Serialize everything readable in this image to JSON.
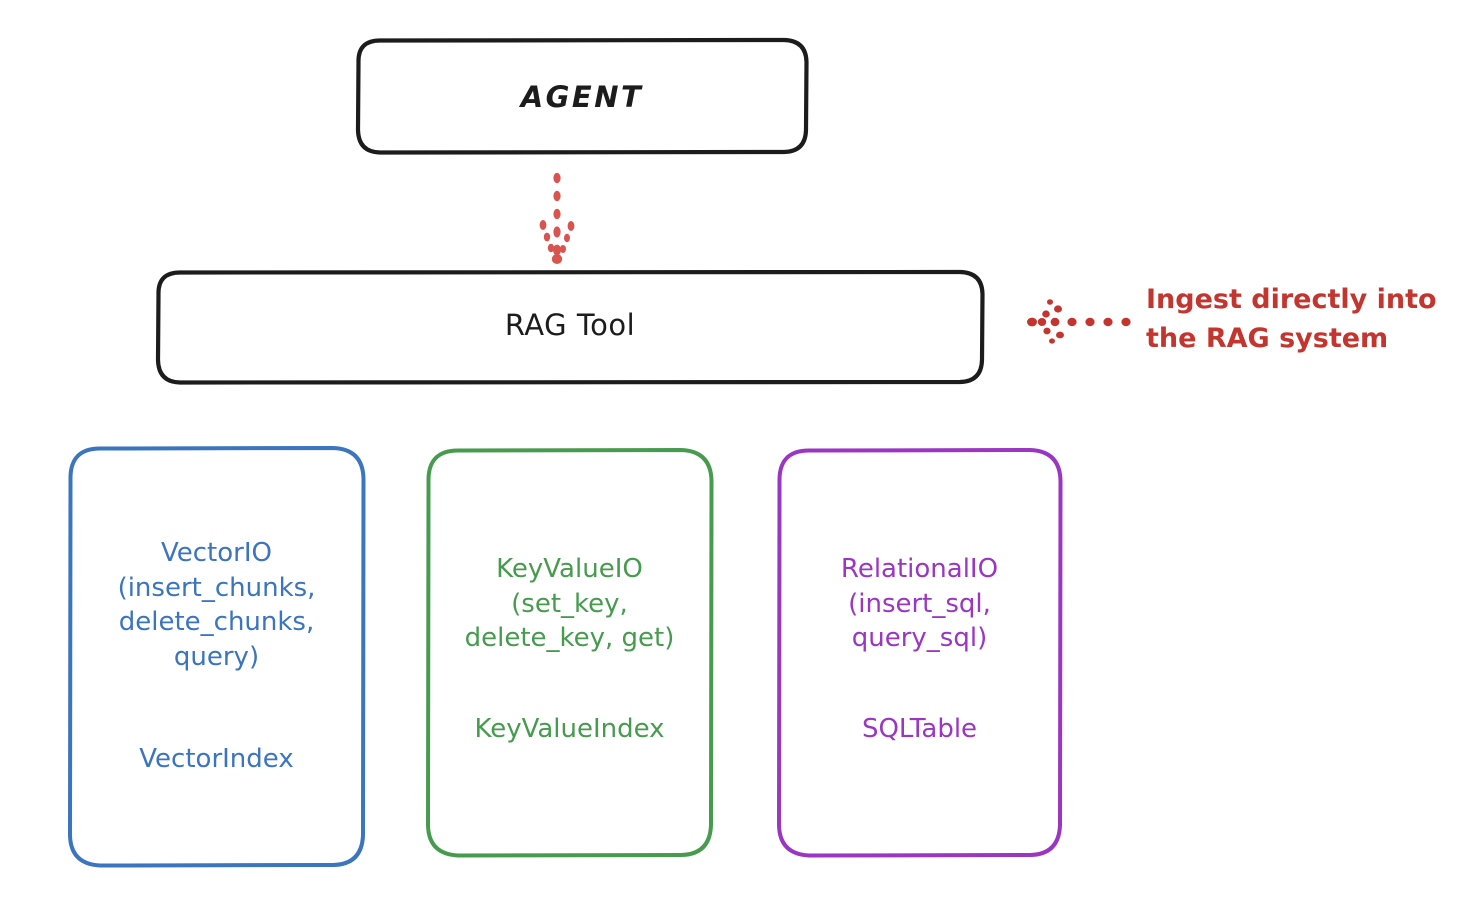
{
  "diagram": {
    "title_node": {
      "label": "AGENT"
    },
    "tool_node": {
      "label": "RAG Tool"
    },
    "stores": [
      {
        "name": "vector",
        "api": "VectorIO\n(insert_chunks,\ndelete_chunks,\nquery)",
        "index": "VectorIndex",
        "color": "#3b74bf"
      },
      {
        "name": "keyvalue",
        "api": "KeyValueIO\n(set_key,\ndelete_key, get)",
        "index": "KeyValueIndex",
        "color": "#479b4e"
      },
      {
        "name": "relational",
        "api": "RelationalIO\n(insert_sql,\nquery_sql)",
        "index": "SQLTable",
        "color": "#9a36c2"
      }
    ],
    "annotation": {
      "text": "Ingest directly into\nthe RAG system",
      "color": "#c3362f"
    },
    "connectors": {
      "agent_to_tool": "dotted-arrow-down",
      "ingest_to_tool": "dotted-arrow-left"
    },
    "stroke_color": "#1c1c1c",
    "background": "#ffffff"
  }
}
